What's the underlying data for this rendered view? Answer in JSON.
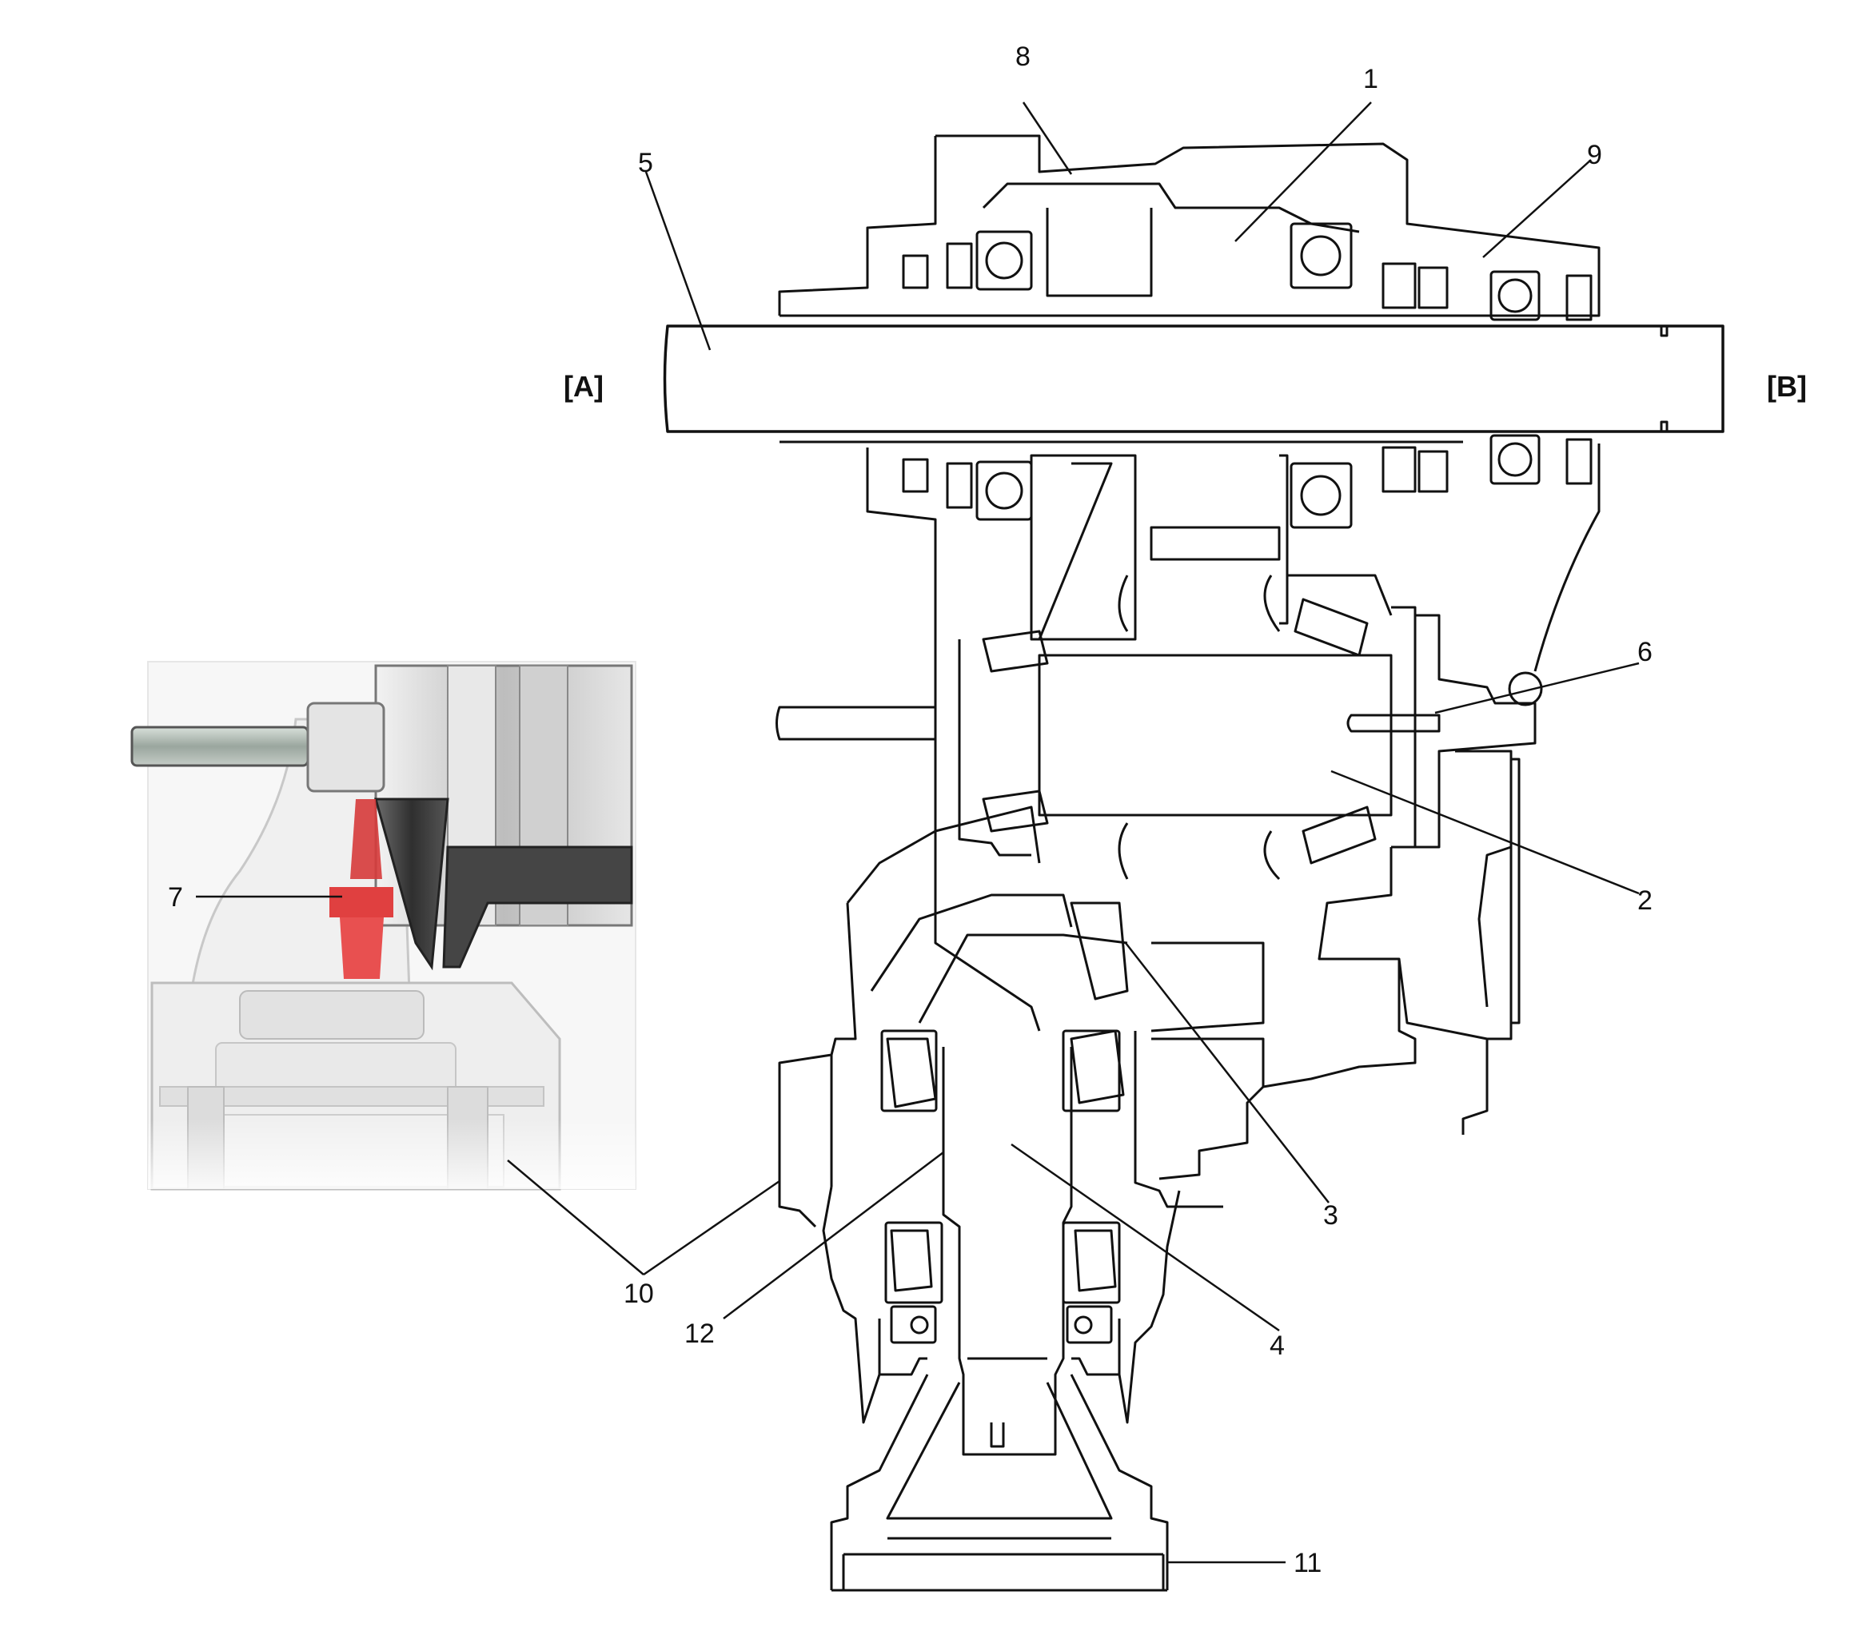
{
  "figure": {
    "end_labels": {
      "a": "[A]",
      "b": "[B]"
    },
    "callouts": [
      "1",
      "2",
      "3",
      "4",
      "5",
      "6",
      "7",
      "8",
      "9",
      "10",
      "11",
      "12"
    ],
    "colors": {
      "line": "#111111",
      "highlight": "#e04040",
      "inset_shade": "#3a3a3a"
    }
  }
}
